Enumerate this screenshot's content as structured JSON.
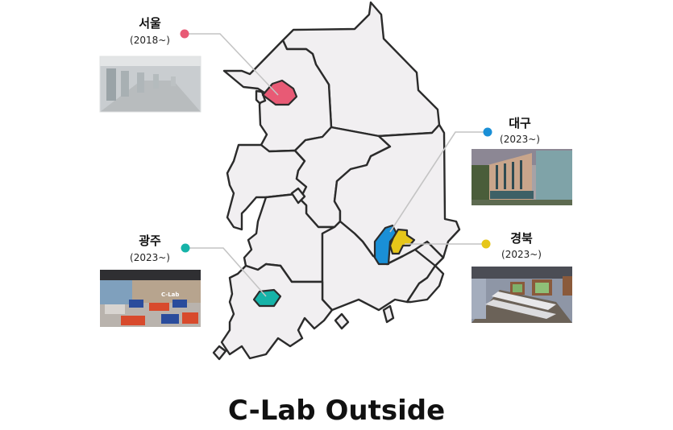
{
  "title": "C-Lab Outside",
  "locations": [
    {
      "name": "서울",
      "year": "(2018~)",
      "color": "#e85a75",
      "photo": "office-corridor-photo"
    },
    {
      "name": "대구",
      "year": "(2023~)",
      "color": "#1a8fd6",
      "photo": "building-exterior-photo"
    },
    {
      "name": "광주",
      "year": "(2023~)",
      "color": "#16b3a8",
      "photo": "lounge-interior-photo"
    },
    {
      "name": "경북",
      "year": "(2023~)",
      "color": "#e6c619",
      "photo": "classroom-interior-photo"
    }
  ],
  "colors": {
    "land": "#f1eff1",
    "border": "#2b2b2b",
    "leader_line": "#c4c4c4"
  }
}
